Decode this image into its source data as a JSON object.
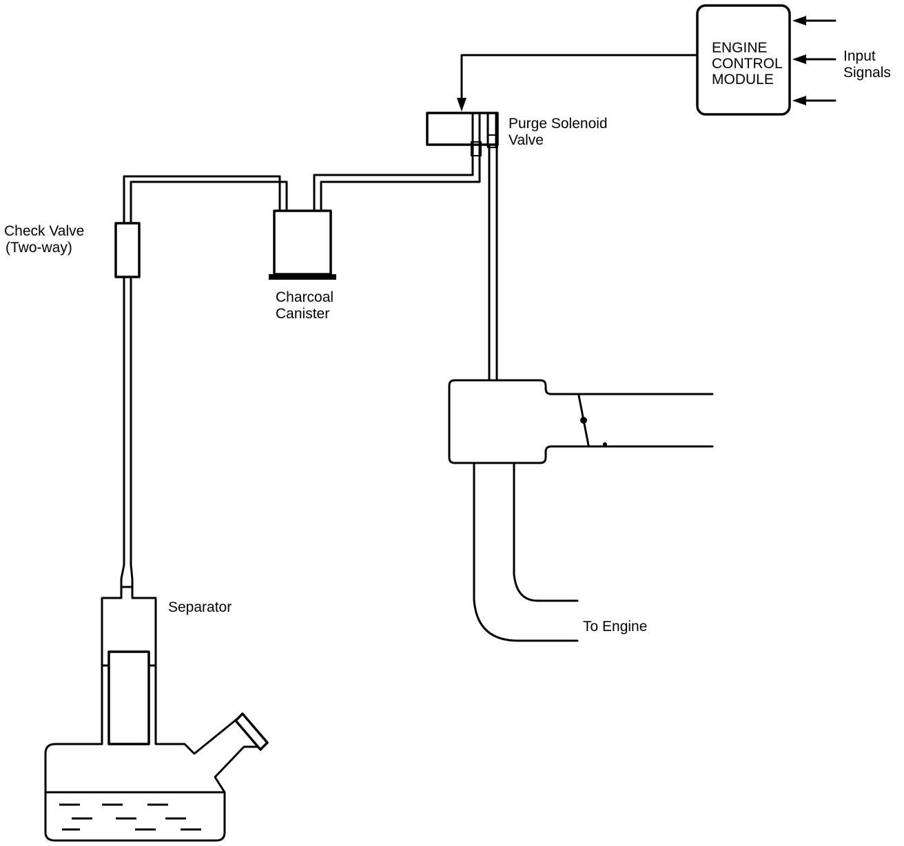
{
  "labels": {
    "ecm_line1": "ENGINE",
    "ecm_line2": "CONTROL",
    "ecm_line3": "MODULE",
    "input_line1": "Input",
    "input_line2": "Signals",
    "purge_line1": "Purge Solenoid",
    "purge_line2": "Valve",
    "check_line1": "Check  Valve",
    "check_line2": "(Two-way)",
    "canister_line1": "Charcoal",
    "canister_line2": "Canister",
    "separator": "Separator",
    "to_engine": "To Engine"
  }
}
